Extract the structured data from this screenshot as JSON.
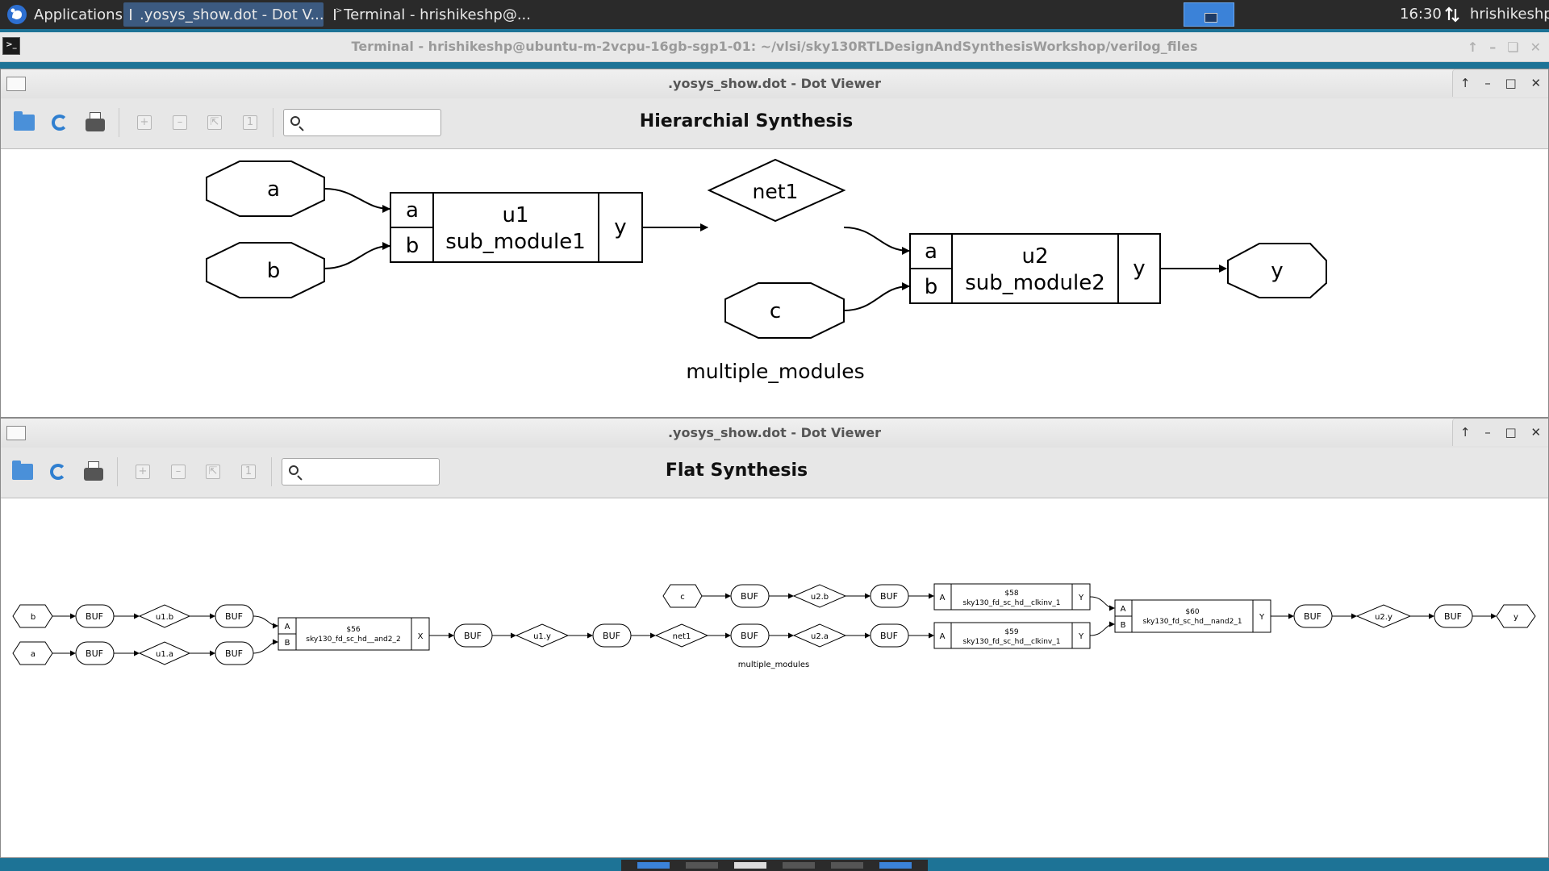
{
  "panel": {
    "applications_label": "Applications",
    "tasks": [
      {
        "label": ".yosys_show.dot - Dot V..."
      },
      {
        "label": "Terminal - hrishikeshp@..."
      }
    ],
    "clock": "16:30",
    "user": "hrishikeshp"
  },
  "terminal": {
    "title": "Terminal - hrishikeshp@ubuntu-m-2vcpu-16gb-sgp1-01: ~/vlsi/sky130RTLDesignAndSynthesisWorkshop/verilog_files"
  },
  "window1": {
    "title": ".yosys_show.dot - Dot Viewer",
    "heading": "Hierarchial Synthesis",
    "search_value": "",
    "graph": {
      "inputs": [
        "a",
        "b",
        "c"
      ],
      "output": "y",
      "net": "net1",
      "u1": {
        "name": "u1",
        "type": "sub_module1",
        "in_a": "a",
        "in_b": "b",
        "out": "y"
      },
      "u2": {
        "name": "u2",
        "type": "sub_module2",
        "in_a": "a",
        "in_b": "b",
        "out": "y"
      },
      "label": "multiple_modules"
    }
  },
  "window2": {
    "title": ".yosys_show.dot - Dot Viewer",
    "heading": "Flat Synthesis",
    "search_value": "",
    "graph": {
      "port_b": "b",
      "port_a": "a",
      "port_c": "c",
      "port_y": "y",
      "buf": "BUF",
      "wire_u1b": "u1.b",
      "wire_u1a": "u1.a",
      "wire_u1y": "u1.y",
      "wire_net1": "net1",
      "wire_u2b": "u2.b",
      "wire_u2a": "u2.a",
      "wire_u2y": "u2.y",
      "cell56": {
        "id": "$56",
        "type": "sky130_fd_sc_hd__and2_2",
        "pin_a": "A",
        "pin_b": "B",
        "pin_out": "X"
      },
      "cell58": {
        "id": "$58",
        "type": "sky130_fd_sc_hd__clkinv_1",
        "pin_a": "A",
        "pin_out": "Y"
      },
      "cell59": {
        "id": "$59",
        "type": "sky130_fd_sc_hd__clkinv_1",
        "pin_a": "A",
        "pin_out": "Y"
      },
      "cell60": {
        "id": "$60",
        "type": "sky130_fd_sc_hd__nand2_1",
        "pin_a": "A",
        "pin_b": "B",
        "pin_out": "Y"
      },
      "label": "multiple_modules"
    }
  }
}
